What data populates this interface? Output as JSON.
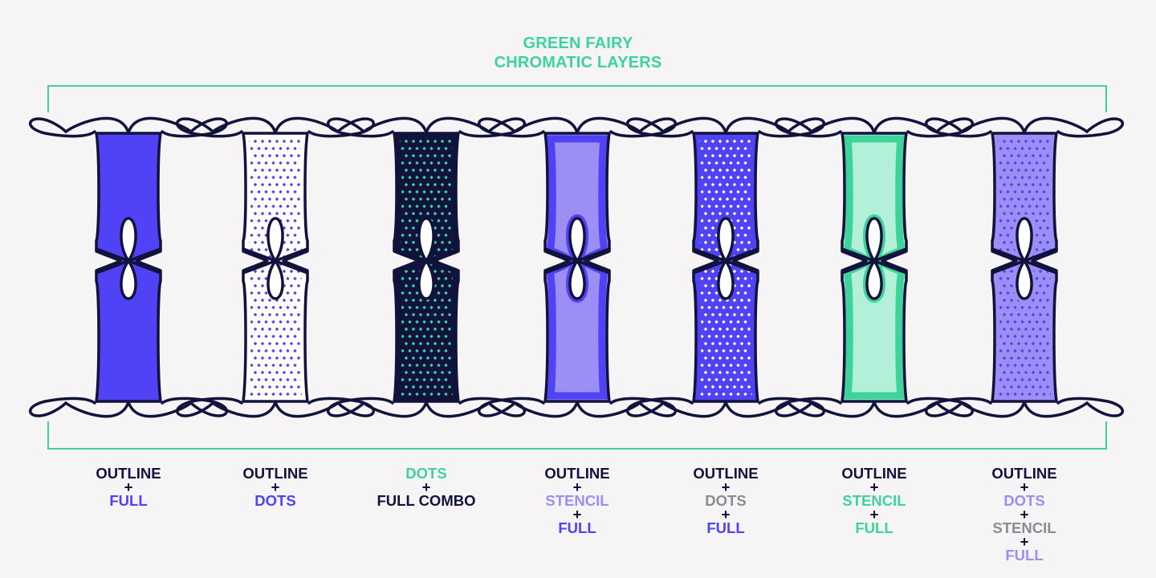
{
  "title": {
    "line1": "GREEN FAIRY",
    "line2": "CHROMATIC LAYERS",
    "color": "#3fd39c"
  },
  "colors": {
    "ink": "#11133d",
    "violet": "#5043f5",
    "lavender": "#9b8ff5",
    "mint": "#3fd39c",
    "mint_light": "#b2f0da",
    "gray": "#8b8b92",
    "background": "#f6f4f5"
  },
  "glyphs": [
    {
      "name": "outline-full",
      "fill": "violet",
      "dots": null,
      "stencil": null
    },
    {
      "name": "outline-dots",
      "fill": null,
      "dots": "violet",
      "stencil": null
    },
    {
      "name": "dots-full-combo",
      "fill": "ink",
      "dots": "mint",
      "stencil": null
    },
    {
      "name": "outline-stencil-full",
      "fill": "lavender",
      "dots": null,
      "stencil": "violet"
    },
    {
      "name": "outline-dots-full",
      "fill": "violet",
      "dots": "white",
      "stencil": null
    },
    {
      "name": "outline-stencil-full-mint",
      "fill": "mint_light",
      "dots": null,
      "stencil": "mint"
    },
    {
      "name": "outline-dots-stencil-full",
      "fill": "lavender",
      "dots": "violet",
      "stencil": "lavender"
    }
  ],
  "labels": [
    {
      "lines": [
        {
          "text": "OUTLINE",
          "color": "#11133d"
        },
        {
          "text": "+",
          "color": "#11133d"
        },
        {
          "text": "FULL",
          "color": "#5043f5"
        }
      ]
    },
    {
      "lines": [
        {
          "text": "OUTLINE",
          "color": "#11133d"
        },
        {
          "text": "+",
          "color": "#11133d"
        },
        {
          "text": "DOTS",
          "color": "#5043f5"
        }
      ]
    },
    {
      "lines": [
        {
          "text": "DOTS",
          "color": "#3fd39c"
        },
        {
          "text": "+",
          "color": "#11133d"
        },
        {
          "text": "FULL COMBO",
          "color": "#11133d"
        }
      ]
    },
    {
      "lines": [
        {
          "text": "OUTLINE",
          "color": "#11133d"
        },
        {
          "text": "+",
          "color": "#11133d"
        },
        {
          "text": "STENCIL",
          "color": "#9b8ff5"
        },
        {
          "text": "+",
          "color": "#11133d"
        },
        {
          "text": "FULL",
          "color": "#5043f5"
        }
      ]
    },
    {
      "lines": [
        {
          "text": "OUTLINE",
          "color": "#11133d"
        },
        {
          "text": "+",
          "color": "#11133d"
        },
        {
          "text": "DOTS",
          "color": "#8b8b92"
        },
        {
          "text": "+",
          "color": "#11133d"
        },
        {
          "text": "FULL",
          "color": "#5043f5"
        }
      ]
    },
    {
      "lines": [
        {
          "text": "OUTLINE",
          "color": "#11133d"
        },
        {
          "text": "+",
          "color": "#11133d"
        },
        {
          "text": "STENCIL",
          "color": "#3fd39c"
        },
        {
          "text": "+",
          "color": "#11133d"
        },
        {
          "text": "FULL",
          "color": "#3fd39c"
        }
      ]
    },
    {
      "lines": [
        {
          "text": "OUTLINE",
          "color": "#11133d"
        },
        {
          "text": "+",
          "color": "#11133d"
        },
        {
          "text": "DOTS",
          "color": "#9b8ff5"
        },
        {
          "text": "+",
          "color": "#11133d"
        },
        {
          "text": "STENCIL",
          "color": "#8b8b92"
        },
        {
          "text": "+",
          "color": "#11133d"
        },
        {
          "text": "FULL",
          "color": "#9b8ff5"
        }
      ]
    }
  ]
}
